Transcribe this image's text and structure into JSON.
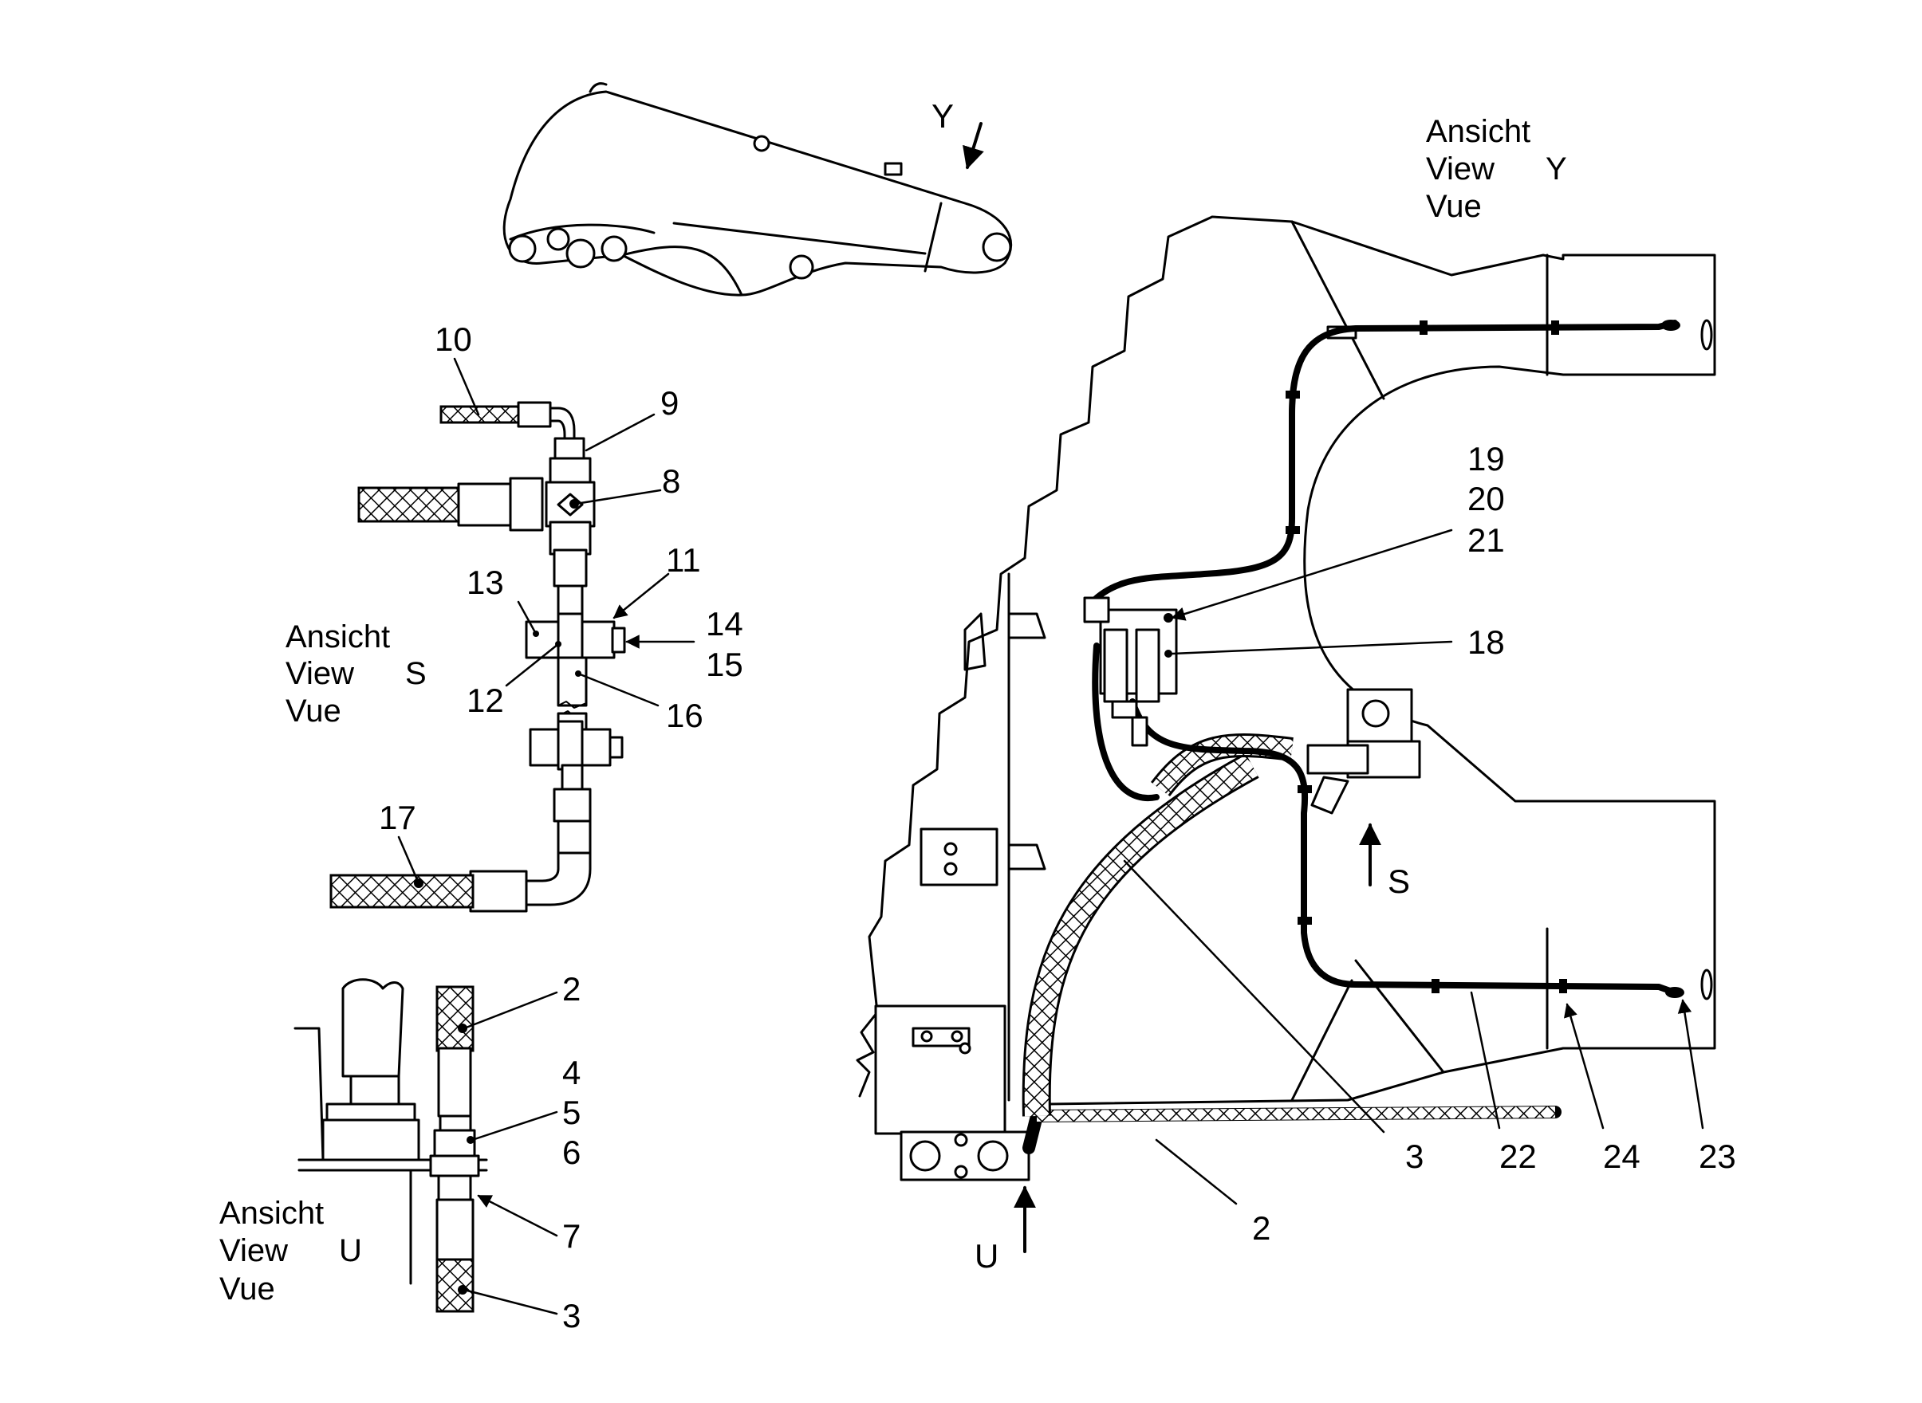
{
  "view_y": {
    "line1": "Ansicht",
    "line2": "View",
    "line3": "Vue",
    "letter": "Y",
    "arrow_letter": "Y"
  },
  "view_s": {
    "line1": "Ansicht",
    "line2": "View",
    "line3": "Vue",
    "letter": "S",
    "arrow_letter": "S"
  },
  "view_u": {
    "line1": "Ansicht",
    "line2": "View",
    "line3": "Vue",
    "letter": "U",
    "arrow_letter": "U"
  },
  "callouts": {
    "c2a": "2",
    "c2b": "2",
    "c3a": "3",
    "c3b": "3",
    "c4": "4",
    "c5": "5",
    "c6": "6",
    "c7": "7",
    "c8": "8",
    "c9": "9",
    "c10": "10",
    "c11": "11",
    "c12": "12",
    "c13": "13",
    "c14": "14",
    "c15": "15",
    "c16": "16",
    "c17": "17",
    "c18": "18",
    "c19": "19",
    "c20": "20",
    "c21": "21",
    "c22": "22",
    "c23": "23",
    "c24": "24"
  },
  "colors": {
    "line": "#000000",
    "background": "#ffffff"
  }
}
